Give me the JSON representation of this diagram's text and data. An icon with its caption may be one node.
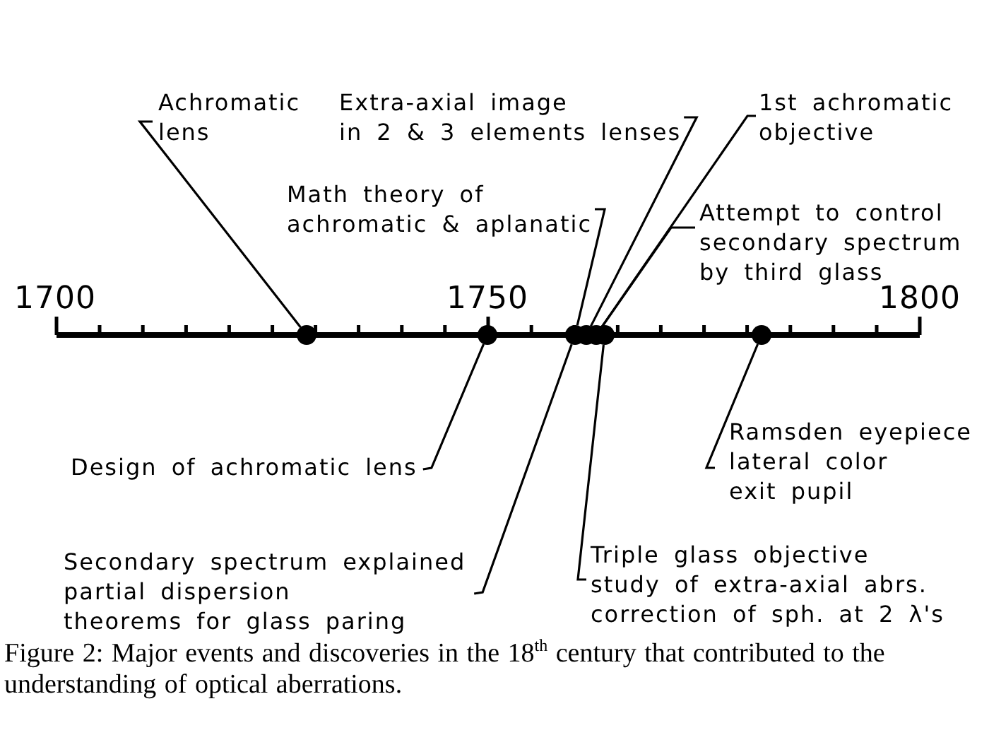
{
  "diagram": {
    "caption": "Figure 2: Major events and discoveries in the 18$^{th}$ century that contributed to the understanding of optical aberrations.",
    "nodes": [
      {
        "text": [
          "Achromatic lens"
        ]
      },
      {
        "text": [
          "Extra-axial image in 2 & 3 elements lenses"
        ]
      },
      {
        "text": [
          "1st achromatic objective"
        ]
      },
      {
        "text": [
          "Math theory of achromatic & aplanatic"
        ]
      },
      {
        "text": [
          "Attempt to control secondary spectrum by third glass"
        ]
      },
      {
        "text": [],
        "shape": "circle"
      },
      {
        "text": [],
        "shape": "circle"
      },
      {
        "text": [],
        "shape": "circle"
      },
      {
        "text": [],
        "shape": "circle"
      },
      {
        "text": [],
        "shape": "circle"
      },
      {
        "text": [],
        "shape": "circle"
      },
      {
        "text": [],
        "shape": "circle"
      },
      {
        "text": [
          "Ramsden eyepiece lateral color exit pupil"
        ]
      },
      {
        "text": [
          "Design of achromatic lens"
        ]
      },
      {
        "text": [
          "Secondary spectrum explained partial dispersion theorems for glass paring"
        ]
      },
      {
        "text": [
          "Triple glass objective study of extra-axial abrs. correction of sph. at 2 λ's"
        ]
      }
    ],
    "edges": [
      {
        "from": 0,
        "to": 5,
        "arrow": "none"
      },
      {
        "from": 1,
        "to": 8,
        "arrow": "none"
      },
      {
        "from": 2,
        "to": 9,
        "arrow": "none"
      },
      {
        "from": 3,
        "to": 7,
        "arrow": "none"
      },
      {
        "from": 4,
        "to": 9,
        "arrow": "none"
      },
      {
        "from": 12,
        "to": 11,
        "arrow": "none"
      },
      {
        "from": 13,
        "to": 6,
        "arrow": "none"
      },
      {
        "from": 14,
        "to": 7,
        "arrow": "none"
      },
      {
        "from": 15,
        "to": 10,
        "arrow": "none"
      }
    ],
    "labels": [
      "1700",
      "1750",
      "1800"
    ]
  }
}
